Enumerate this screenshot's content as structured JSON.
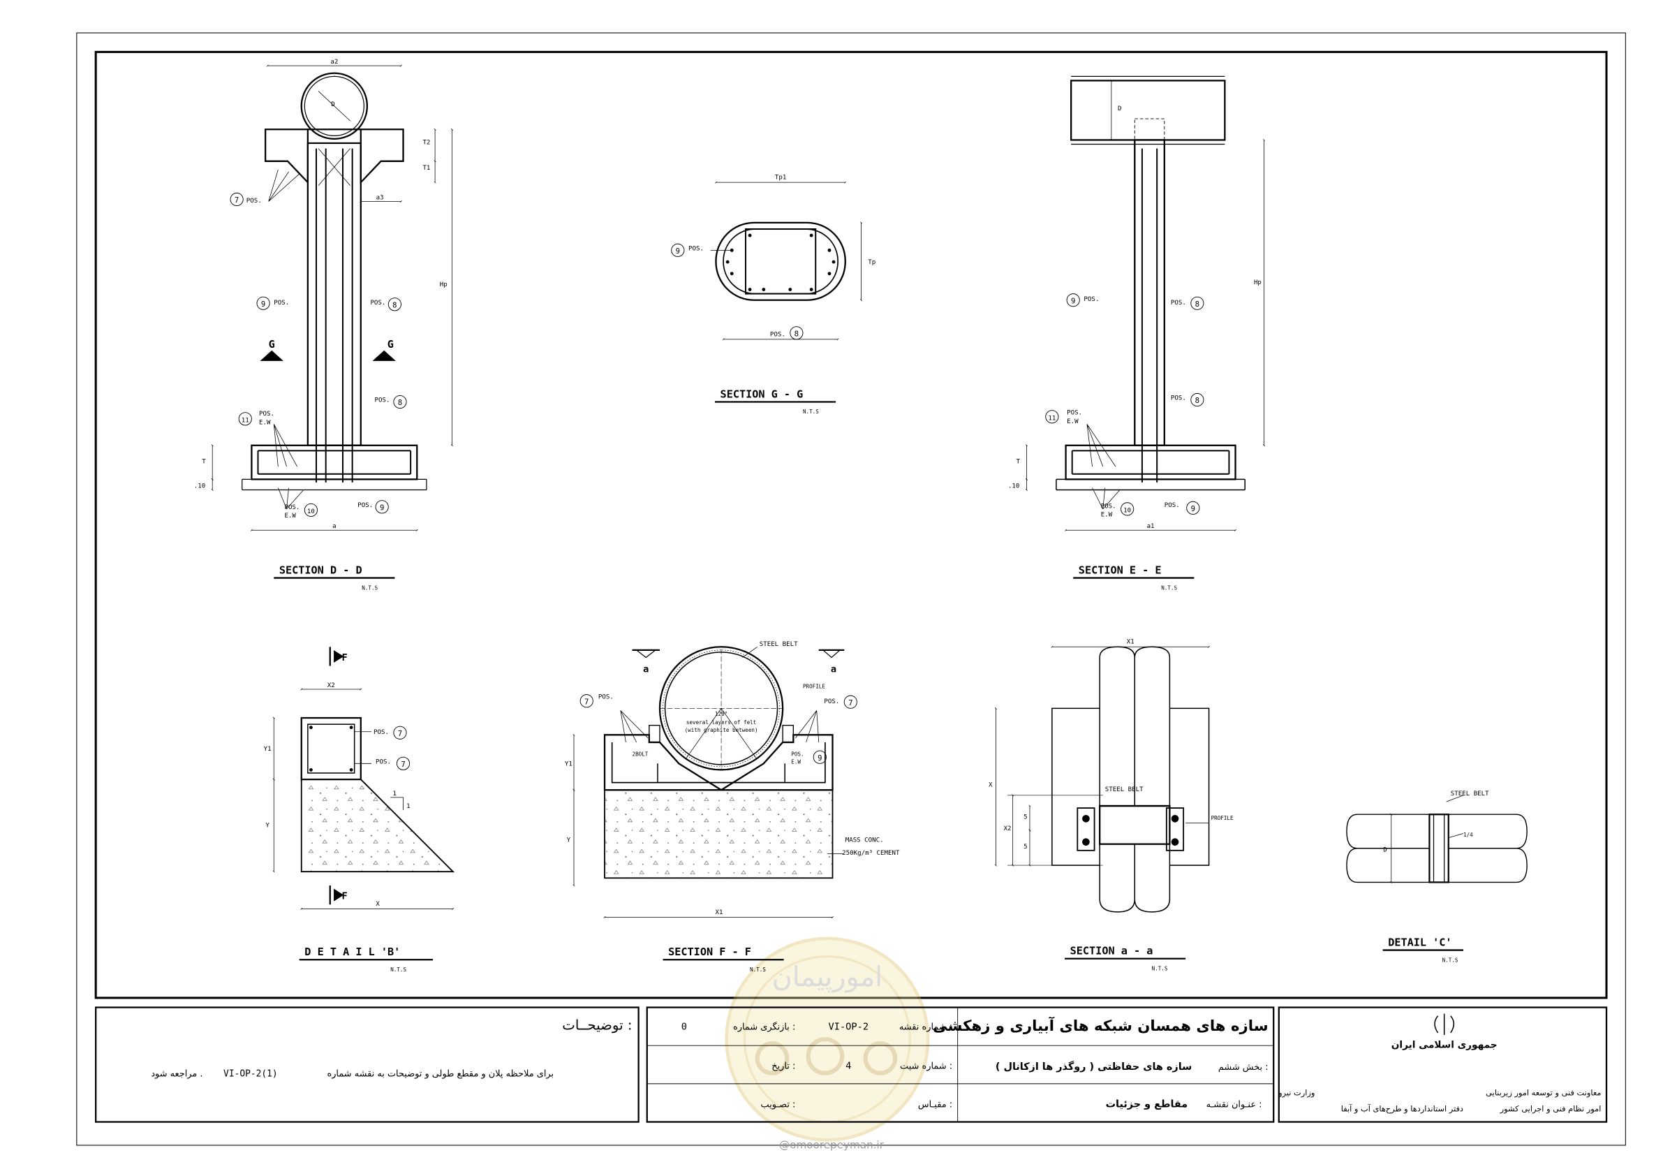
{
  "sections": {
    "dd": {
      "title": "SECTION   D - D",
      "scale": "N.T.S"
    },
    "gg": {
      "title": "SECTION   G - G",
      "scale": "N.T.S"
    },
    "ee": {
      "title": "SECTION   E - E",
      "scale": "N.T.S"
    },
    "detail_b": {
      "title": "D E T A I L  'B'",
      "scale": "N.T.S"
    },
    "ff": {
      "title": "SECTION   F - F",
      "scale": "N.T.S"
    },
    "aa": {
      "title": "SECTION   a - a",
      "scale": "N.T.S"
    },
    "detail_c": {
      "title": "DETAIL  'C'",
      "scale": "N.T.S"
    }
  },
  "labels": {
    "pos": "POS.",
    "ew": "E.W",
    "steel_belt": "STEEL BELT",
    "profile": "PROFILE",
    "felt_1": "several layers of felt",
    "felt_2": "(with graphite between)",
    "angle": "120°",
    "bolt": "2BOLT",
    "mass_conc": "MASS CONC.",
    "cement": "250Kg/m³ CEMENT",
    "section_g": "G",
    "section_f": "F",
    "section_a": "a",
    "b1": "1",
    "b4": "1/4"
  },
  "dims": {
    "a": "a",
    "a1": "a1",
    "a2": "a2",
    "a3": "a3",
    "d": "D",
    "t": "T",
    "t1": "T1",
    "t2": "T2",
    "ten": ".10",
    "hp": "Hp",
    "tp": "Tp",
    "tp1": "Tp1",
    "x": "X",
    "x1": "X1",
    "x2": "X2",
    "y": "Y",
    "y1": "Y1",
    "five": "5"
  },
  "pos_numbers": {
    "n7": "7",
    "n8": "8",
    "n9": "9",
    "n10": "10",
    "n11": "11"
  },
  "notes": {
    "title": "توضیحــات :",
    "text": "برای ملاحظه پلان و مقطع طولی و توضیحات به نقشه شماره",
    "ref": "VI-OP-2(1)",
    "tail": "مراجعه شود ."
  },
  "title_block": {
    "project": "سازه های همسان شبکه های آبیاری و زهکشی",
    "part_label": "بخش ششم :",
    "part_value": "سازه های حفاظتی ( روگذر ها ازکانال )",
    "drawing_title_label": "عنـوان نقشـه :",
    "drawing_title_value": "مقاطع و جزئیات",
    "drawing_no_label": "شماره نقشه :",
    "drawing_no": "VI-OP-2",
    "revision_label": "بازنگری شماره :",
    "revision": "0",
    "sheet_no_label": "شماره شیت :",
    "sheet_no": "4",
    "date_label": "تاریخ :",
    "scale_label": "مقیـاس :",
    "approval_label": "تصـویب :"
  },
  "org": {
    "country": "جمهوری اسلامی ایران",
    "deputy": "معاونت فنی و توسعه امور زیربنایی",
    "ministry": "وزارت نیرو",
    "affairs": "امور نظام فنی و اجرایی کشور",
    "office": "دفتر استانداردها و طرح‌های آب و آبفا"
  },
  "watermark": {
    "site": "@omoorepeyman.ir",
    "logo_text": "امورپیمان"
  }
}
